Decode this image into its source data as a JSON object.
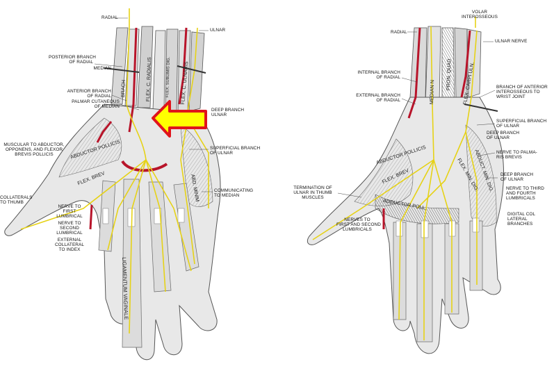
{
  "colors": {
    "nerve": "#f2e21c",
    "nerve_stroke": "#9a8a10",
    "artery": "#b8142a",
    "arrow_fill": "#ffff00",
    "arrow_stroke": "#e0141c",
    "skin": "#e6e6e6",
    "tendon": "#cfcfcf",
    "outline": "#555555"
  },
  "left_figure": {
    "labels": {
      "radial": "RADIAL",
      "ulnar": "ULNAR",
      "posterior_branch": "POSTERIOR BRANCH\nOF RADIAL",
      "median": "MEDIAN",
      "anterior_branch": "ANTERIOR BRANCH\nOF RADIAL",
      "palmar_cutaneous": "PALMAR CUTANEOUS\nOF MEDIAN",
      "deep_branch_ulnar": "DEEP BRANCH\nULNAR",
      "muscular_to_abductor": "MUSCULAR TO ABDUCTOR,\nOPPONENS, AND FLEXOR\nBREVIS POLLICIS",
      "superficial_branch_ulnar": "SUPERFICIAL BRANCH\nOF ULNAR",
      "collaterals_thumb": "COLLATERALS\nTO THUMB",
      "communicating_median": "COMMUNICATING\nTO MEDIAN",
      "nerve_first_lumbrical": "NERVE TO\nFIRST\nLUMBRICAL",
      "nerve_second_lumbrical": "NERVE TO\nSECOND\nLUMBRICAL",
      "external_collateral": "EXTERNAL\nCOLLATERAL\nTO INDEX"
    },
    "structure_labels": {
      "flex_c_radialis": "FLEX. C. RADIALIS",
      "flex_c_ulnaris": "FLEX. C. ULNARIS",
      "abductor_pollicis": "ABDUCTOR POLLICIS",
      "flex_brev": "FLEX. BREV",
      "abd_minim": "ABD. MINIM",
      "ligamentum_vaginale": "LIGAMENTUM VAGINALE",
      "sublimis": "FLEX. SUBLIMIS DIG.",
      "brach": "BRACH"
    }
  },
  "right_figure": {
    "labels": {
      "volar_interosseous": "VOLAR\nINTEROSSEOUS",
      "radial": "RADIAL",
      "ulnar_nerve": "ULNAR NERVE",
      "internal_branch": "INTERNAL BRANCH\nOF RADIAL",
      "external_branch": "EXTERNAL BRANCH\nOF RADIAL",
      "branch_anterior_interosseous": "BRANCH OF ANTERIOR\nINTEROSSEOUS TO\nWRIST JOINT",
      "superficial_branch_ulnar": "SUPERFICIAL BRANCH\nOF ULNAR",
      "deep_branch_ulnar": "DEEP BRANCH\nOF ULNAR",
      "nerve_palmaris_brevis": "NERVE TO PALMA-\nRIS BREVIS",
      "deep_branch_ulnar_2": "DEEP BRANCH\nOF ULNAR",
      "termination_ulnar": "TERMINATION OF\nULNAR IN THUMB\nMUSCLES",
      "nerve_third_fourth": "NERVE TO THIRD\nAND FOURTH\nLUMBRICALS",
      "nerves_first_second": "NERVES TO\nFIRST AND SECOND\nLUMBRICALS",
      "digital_col": "DIGITAL COL\nLATERAL\nBRANCHES"
    },
    "structure_labels": {
      "median_n": "MEDIAN N",
      "pron_quad": "PRON. QUAD",
      "flex_carpi_uln": "FLEX. CARPI ULN.",
      "abductor_pollicis": "ABDUCTOR POLLICIS",
      "flex_brev": "FLEX. BREV",
      "flex_min_dig": "FLEX. MIN. DIG.",
      "abd_min_dig": "ABDUCT. MIN. DIG.",
      "adductor_poll": "ADDUCTOR POLL."
    }
  }
}
